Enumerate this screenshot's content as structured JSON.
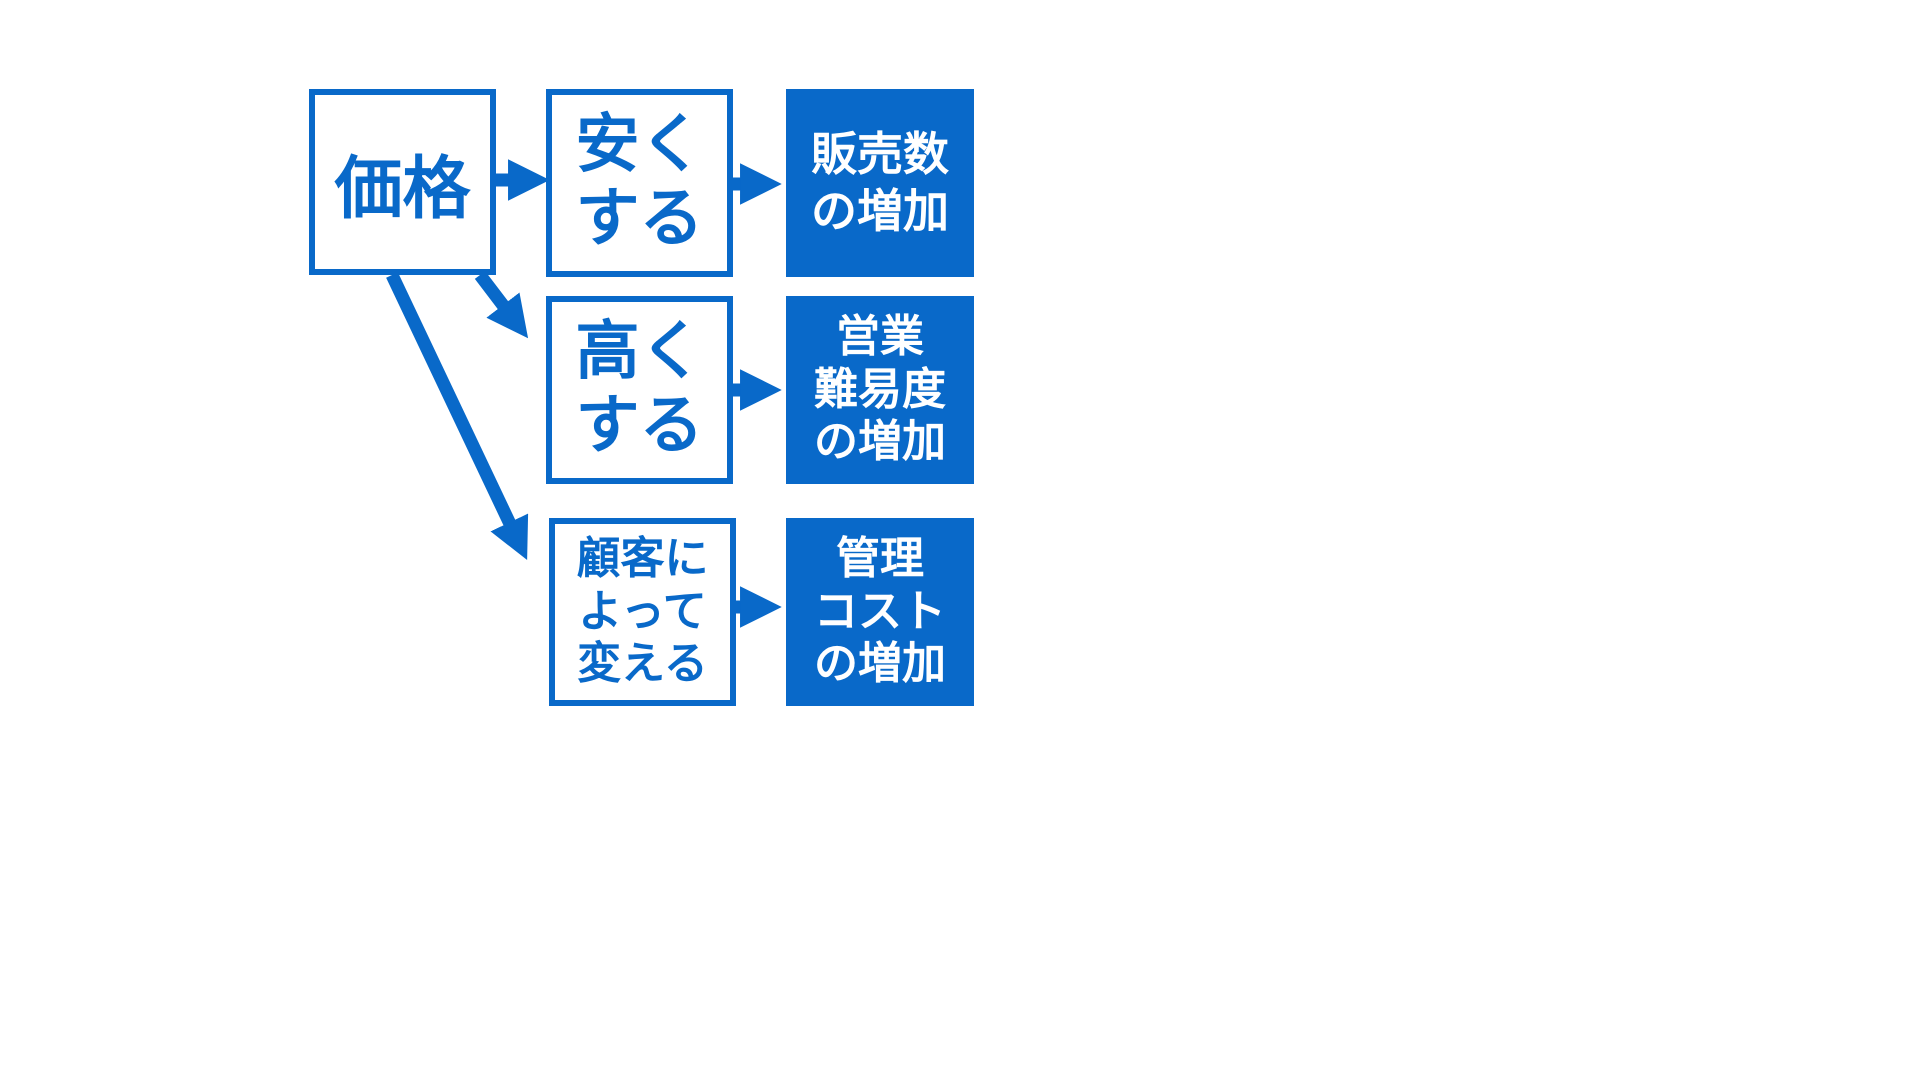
{
  "colors": {
    "primary": "#0969c9",
    "background": "#ffffff"
  },
  "diagram": {
    "root": "価格",
    "options": [
      {
        "label": "安く\nする",
        "result": "販売数\nの増加"
      },
      {
        "label": "高く\nする",
        "result": "営業\n難易度\nの増加"
      },
      {
        "label": "顧客に\nよって\n変える",
        "result": "管理\nコスト\nの増加"
      }
    ]
  }
}
